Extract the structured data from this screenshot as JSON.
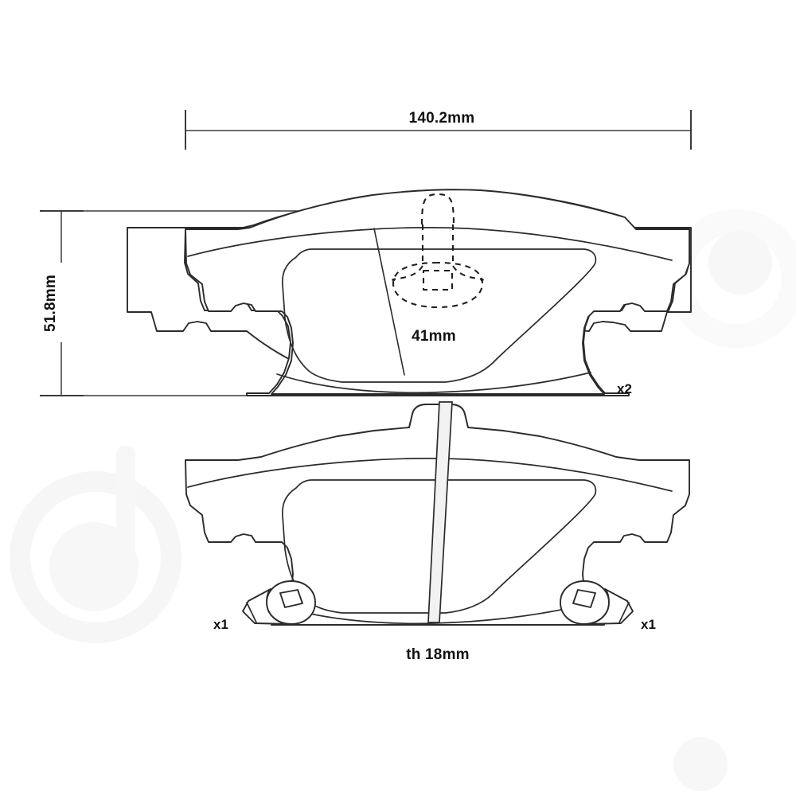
{
  "drawing": {
    "title": "Brake pad set technical dimension drawing",
    "units": "mm",
    "line_color": "#2b2b2b",
    "background_color": "#ffffff",
    "watermark_color": "#f7f7f7"
  },
  "dimensions": {
    "width": {
      "label": "140.2mm",
      "value": 140.2,
      "unit": "mm",
      "orientation": "horizontal",
      "name": "overall-width"
    },
    "height": {
      "label": "51.8mm",
      "value": 51.8,
      "unit": "mm",
      "orientation": "vertical",
      "name": "overall-height"
    },
    "friction_height": {
      "label": "41mm",
      "value": 41,
      "unit": "mm",
      "orientation": "leader",
      "name": "friction-material-height"
    },
    "thickness": {
      "label": "th 18mm",
      "value": 18,
      "unit": "mm",
      "prefix": "th",
      "name": "pad-thickness"
    }
  },
  "quantities": {
    "upper_pad": {
      "label": "x2",
      "count": 2,
      "name": "upper-pad-quantity"
    },
    "clip_left": {
      "label": "x1",
      "count": 1,
      "name": "left-clip-quantity"
    },
    "clip_right": {
      "label": "x1",
      "count": 1,
      "name": "right-clip-quantity"
    }
  },
  "parts": [
    {
      "id": "upper-pad",
      "name": "brake-pad-front-view",
      "quantity_label": "x2",
      "features": [
        "wear-sensor-cutout",
        "friction-material-outline",
        "mounting-ears",
        "side-notches"
      ]
    },
    {
      "id": "lower-pad",
      "name": "brake-pad-rear-view",
      "features": [
        "center-slot",
        "retaining-clips",
        "friction-material-outline",
        "mounting-ears",
        "center-tab"
      ]
    }
  ],
  "icons": {
    "wear_sensor": "wear-sensor-hidden-outline-icon",
    "clip": "retaining-clip-icon",
    "dimension_tick": "dimension-tick-icon"
  }
}
